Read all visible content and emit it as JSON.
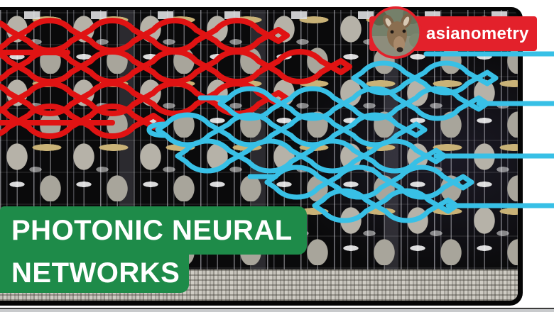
{
  "channel": {
    "name": "asianometry",
    "avatar_icon": "deer-avatar"
  },
  "title": {
    "line1": "PHOTONIC NEURAL",
    "line2": "NETWORKS"
  },
  "overlay": {
    "red_mesh": "red-mzi-waveguide-mesh",
    "cyan_mesh": "cyan-mzi-waveguide-mesh",
    "cyan_output_lines": 4
  },
  "colors": {
    "page_white": "#ffffff",
    "die_black": "#0a0a0b",
    "badge_red": "#e3212b",
    "mesh_red": "#e01313",
    "mesh_cyan": "#38c0e6",
    "title_green": "#1e8b49",
    "bottom_bar_gray": "#c8cacc"
  }
}
